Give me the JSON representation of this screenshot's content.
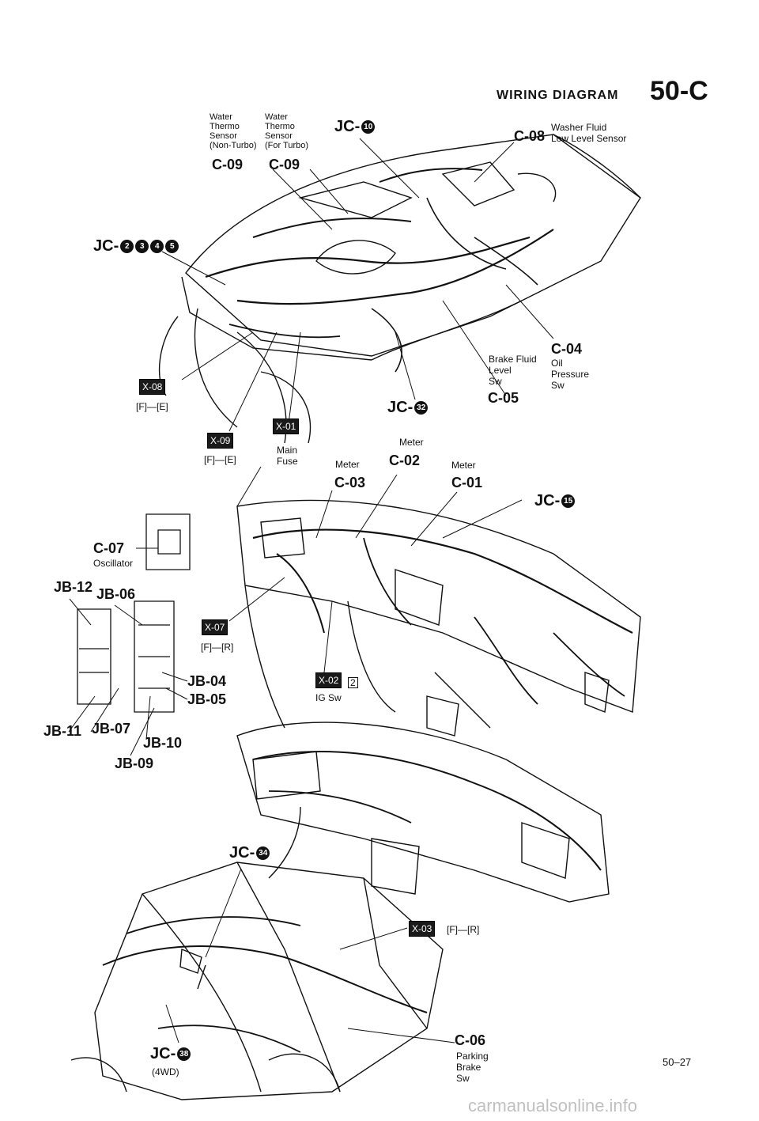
{
  "header": {
    "title": "WIRING DIAGRAM",
    "section": "50-C"
  },
  "labels": {
    "water_nt": "Water\nThermo\nSensor\n(Non-Turbo)",
    "water_t": "Water\nThermo\nSensor\n(For Turbo)",
    "c09a": "C-09",
    "c09b": "C-09",
    "jc_top_prefix": "JC-",
    "jc_top_num": "10",
    "c08": "C-08",
    "washer": "Washer Fluid\nLow Level Sensor",
    "jc_left_prefix": "JC-",
    "jc_left_nums": [
      "2",
      "3",
      "4",
      "5"
    ],
    "x08": "X-08",
    "fe1": "[F]—[E]",
    "brake_fluid": "Brake Fluid\nLevel\nSw",
    "c04": "C-04",
    "oil": "Oil\nPressure\nSw",
    "c05": "C-05",
    "jc32_prefix": "JC-",
    "jc32_num": "32",
    "x09": "X-09",
    "fe2": "[F]—[E]",
    "x01": "X-01",
    "main_fuse": "Main\nFuse",
    "meter_c03": "Meter",
    "c03": "C-03",
    "meter_c02": "Meter",
    "c02": "C-02",
    "meter_c01": "Meter",
    "c01": "C-01",
    "jc15_prefix": "JC-",
    "jc15_num": "15",
    "c07": "C-07",
    "oscillator": "Oscillator",
    "jb12": "JB-12",
    "jb06": "JB-06",
    "x07": "X-07",
    "fr1": "[F]—[R]",
    "jb04": "JB-04",
    "jb05": "JB-05",
    "x02": "X-02",
    "x02_num": "2",
    "ig_sw": "IG Sw",
    "jb11": "JB-11",
    "jb07": "JB-07",
    "jb10": "JB-10",
    "jb09": "JB-09",
    "jc34_prefix": "JC-",
    "jc34_num": "34",
    "x03": "X-03",
    "fr2": "[F]—[R]",
    "c06": "C-06",
    "parking": "Parking\nBrake\nSw",
    "jc38_prefix": "JC-",
    "jc38_num": "38",
    "fourwd": "(4WD)",
    "page_num": "50–27"
  },
  "watermark": "carmanualsonline.info"
}
